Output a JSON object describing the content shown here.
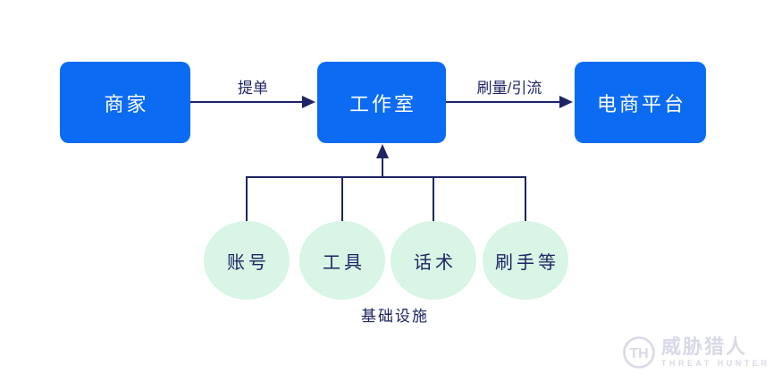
{
  "diagram": {
    "nodes": {
      "merchant": {
        "label": "商家"
      },
      "studio": {
        "label": "工作室"
      },
      "platform": {
        "label": "电商平台"
      }
    },
    "edges": {
      "order": {
        "label": "提单"
      },
      "traffic": {
        "label": "刷量/引流"
      }
    },
    "infrastructure": {
      "items": [
        {
          "label": "账号"
        },
        {
          "label": "工具"
        },
        {
          "label": "话术"
        },
        {
          "label": "刷手等"
        }
      ],
      "caption": "基础设施"
    }
  },
  "watermark": {
    "monogram": "TH",
    "cn": "威胁猎人",
    "en": "THREAT HUNTER"
  },
  "colors": {
    "node_blue": "#0b6bf3",
    "line_navy": "#1e2466",
    "circle_mint": "#d8f5e5",
    "watermark_gray": "#d8d9e8",
    "background": "#ffffff",
    "node_text": "#ffffff"
  }
}
